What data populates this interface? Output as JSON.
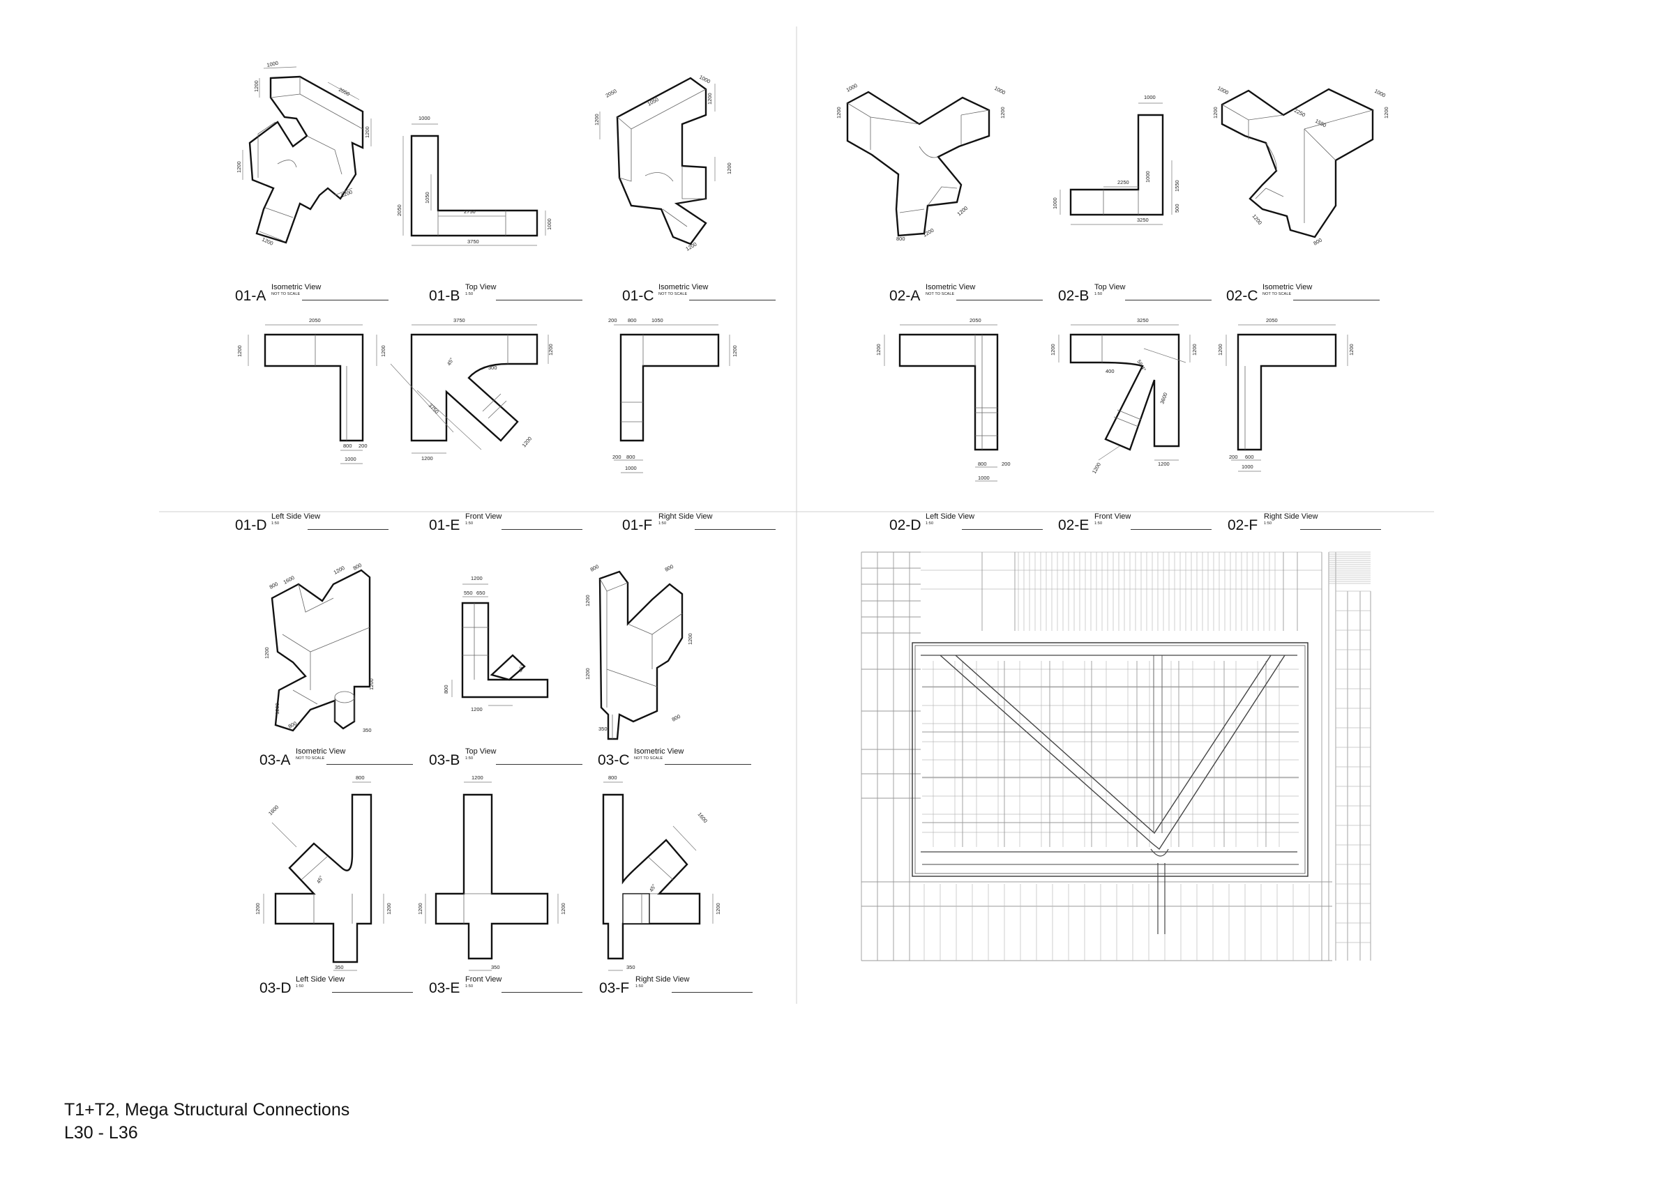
{
  "sheet": {
    "title_line1": "T1+T2, Mega Structural Connections",
    "title_line2": "L30 - L36"
  },
  "captions": {
    "c01A": {
      "code": "01-A",
      "title": "Isometric View",
      "scale": "NOT TO SCALE"
    },
    "c01B": {
      "code": "01-B",
      "title": "Top View",
      "scale": "1:50"
    },
    "c01C": {
      "code": "01-C",
      "title": "Isometric View",
      "scale": "NOT TO SCALE"
    },
    "c01D": {
      "code": "01-D",
      "title": "Left Side View",
      "scale": "1:50"
    },
    "c01E": {
      "code": "01-E",
      "title": "Front View",
      "scale": "1:50"
    },
    "c01F": {
      "code": "01-F",
      "title": "Right Side View",
      "scale": "1:50"
    },
    "c02A": {
      "code": "02-A",
      "title": "Isometric View",
      "scale": "NOT TO SCALE"
    },
    "c02B": {
      "code": "02-B",
      "title": "Top View",
      "scale": "1:50"
    },
    "c02C": {
      "code": "02-C",
      "title": "Isometric View",
      "scale": "NOT TO SCALE"
    },
    "c02D": {
      "code": "02-D",
      "title": "Left Side View",
      "scale": "1:50"
    },
    "c02E": {
      "code": "02-E",
      "title": "Front View",
      "scale": "1:50"
    },
    "c02F": {
      "code": "02-F",
      "title": "Right Side View",
      "scale": "1:50"
    },
    "c03A": {
      "code": "03-A",
      "title": "Isometric View",
      "scale": "NOT TO SCALE"
    },
    "c03B": {
      "code": "03-B",
      "title": "Top View",
      "scale": "1:50"
    },
    "c03C": {
      "code": "03-C",
      "title": "Isometric View",
      "scale": "NOT TO SCALE"
    },
    "c03D": {
      "code": "03-D",
      "title": "Left Side View",
      "scale": "1:50"
    },
    "c03E": {
      "code": "03-E",
      "title": "Front View",
      "scale": "1:50"
    },
    "c03F": {
      "code": "03-F",
      "title": "Right Side View",
      "scale": "1:50"
    }
  },
  "dims": {
    "d01B_top": "1000",
    "d01B_inner": "2750",
    "d01B_bottom": "3750",
    "d01B_left": "2050",
    "d01B_mid": "1050",
    "d01B_right": "1000",
    "d01D_top": "2050",
    "d01D_left": "1200",
    "d01D_right": "1200",
    "d01D_b1": "800",
    "d01D_b2": "200",
    "d01D_b3": "1000",
    "d01E_top": "3750",
    "d01E_right": "1200",
    "d01E_diag": "3750",
    "d01E_r": "300",
    "d01E_ang": "45°",
    "d01E_bl": "1200",
    "d01E_br": "1200",
    "d01F_t1": "200",
    "d01F_t2": "800",
    "d01F_t3": "1050",
    "d01F_right": "1200",
    "d01F_b1": "200",
    "d01F_b2": "800",
    "d01F_b3": "1000",
    "d02B_top": "1000",
    "d02B_mid": "2250",
    "d02B_v": "1000",
    "d02B_r1": "1550",
    "d02B_r2": "500",
    "d02B_left": "1000",
    "d02B_bottom": "3250",
    "d02D_top": "2050",
    "d02D_left": "1200",
    "d02D_b1": "800",
    "d02D_b2": "200",
    "d02D_b3": "1000",
    "d02E_top": "3250",
    "d02E_left": "1200",
    "d02E_r": "400",
    "d02E_ang": "56.4°",
    "d02E_right": "1200",
    "d02E_diag": "3600",
    "d02E_b": "1200",
    "d02E_bl": "1200",
    "d02F_top": "2050",
    "d02F_left": "1200",
    "d02F_right": "1200",
    "d02F_b1": "200",
    "d02F_b2": "600",
    "d02F_b3": "1000",
    "d03B_top": "1200",
    "d03B_t1": "550",
    "d03B_t2": "650",
    "d03B_left": "800",
    "d03B_bottom": "1200",
    "d03B_ang": "45°",
    "d03D_top": "800",
    "d03D_diag": "1600",
    "d03D_left": "1200",
    "d03D_right": "1200",
    "d03D_b": "350",
    "d03D_ang": "45°",
    "d03E_top": "1200",
    "d03E_left": "1200",
    "d03E_right": "1200",
    "d03E_b": "350",
    "d03F_top": "800",
    "d03F_diag": "1600",
    "d03F_right": "1200",
    "d03F_b": "350",
    "d03F_ang": "45°"
  }
}
